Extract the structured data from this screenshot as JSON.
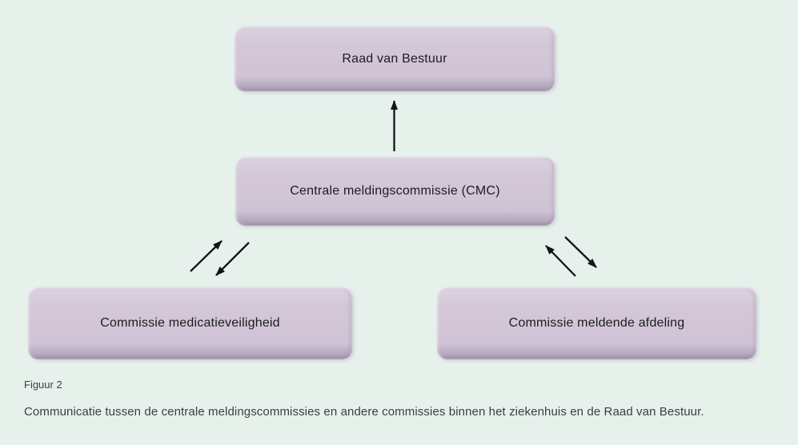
{
  "figure": {
    "label": "Figuur 2",
    "caption": "Communicatie tussen de centrale meldingscommissies en andere commissies binnen het ziekenhuis en de Raad van Bestuur."
  },
  "nodes": {
    "raad": {
      "label": "Raad van Bestuur"
    },
    "cmc": {
      "label": "Centrale meldingscommissie (CMC)"
    },
    "medicatie": {
      "label": "Commissie medicatieveiligheid"
    },
    "meldende": {
      "label": "Commissie meldende afdeling"
    }
  },
  "edges": [
    {
      "from": "cmc",
      "to": "raad",
      "direction": "one-way-up"
    },
    {
      "from": "medicatie",
      "to": "cmc",
      "direction": "two-way"
    },
    {
      "from": "meldende",
      "to": "cmc",
      "direction": "two-way"
    }
  ],
  "colors": {
    "background": "#e7f1ec",
    "node_fill": "#d3c7d8",
    "node_fill_light": "#dbd2e1",
    "node_rim": "#9d8fa6",
    "arrow": "#141414",
    "node_text": "#1c1c1e",
    "caption_text": "#39403d"
  }
}
